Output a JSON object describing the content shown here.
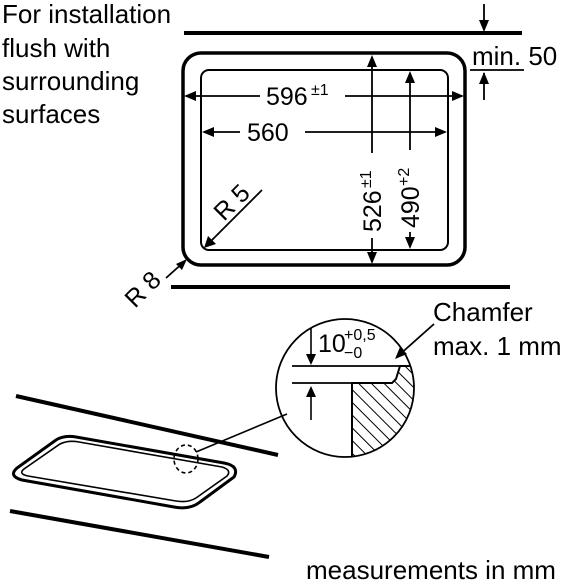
{
  "notes": {
    "installation_line1": "For installation",
    "installation_line2": "flush with",
    "installation_line3": "surrounding",
    "installation_line4": "surfaces",
    "units": "measurements in mm"
  },
  "dimensions": {
    "outer_width": "596",
    "outer_width_tol": "±1",
    "inner_width": "560",
    "outer_height": "526",
    "outer_height_tol": "±1",
    "inner_height": "490",
    "inner_height_tol": "+2",
    "min_edge": "min. 50",
    "radius_inner": "R 5",
    "radius_outer": "R 8"
  },
  "detail": {
    "depth": "10",
    "depth_tol_upper": "+0,5",
    "depth_tol_lower": "−0",
    "chamfer_line1": "Chamfer",
    "chamfer_line2": "max. 1 mm"
  }
}
